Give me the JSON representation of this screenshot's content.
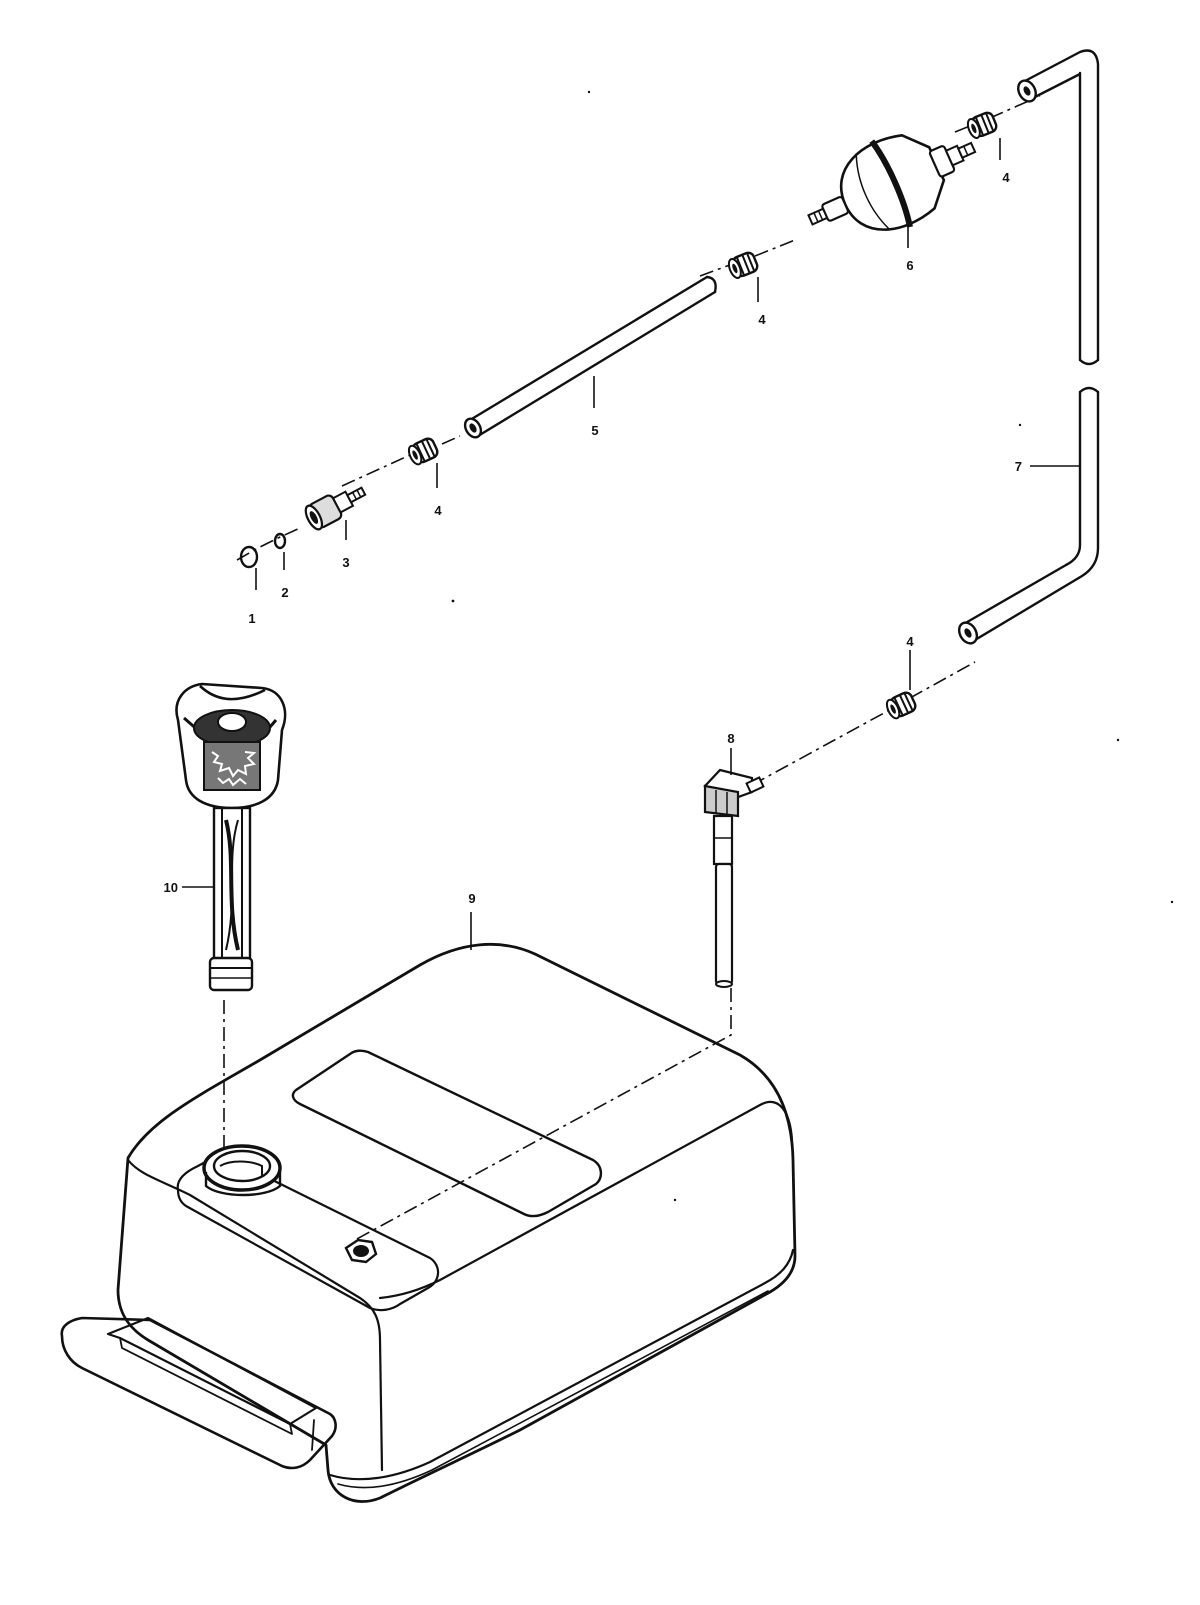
{
  "callouts": {
    "c1": "1",
    "c2": "2",
    "c3": "3",
    "c4a": "4",
    "c4b": "4",
    "c4c": "4",
    "c4d": "4",
    "c5": "5",
    "c6": "6",
    "c7": "7",
    "c8": "8",
    "c9": "9",
    "c10": "10"
  },
  "colors": {
    "ink": "#111111",
    "paper": "#ffffff"
  }
}
